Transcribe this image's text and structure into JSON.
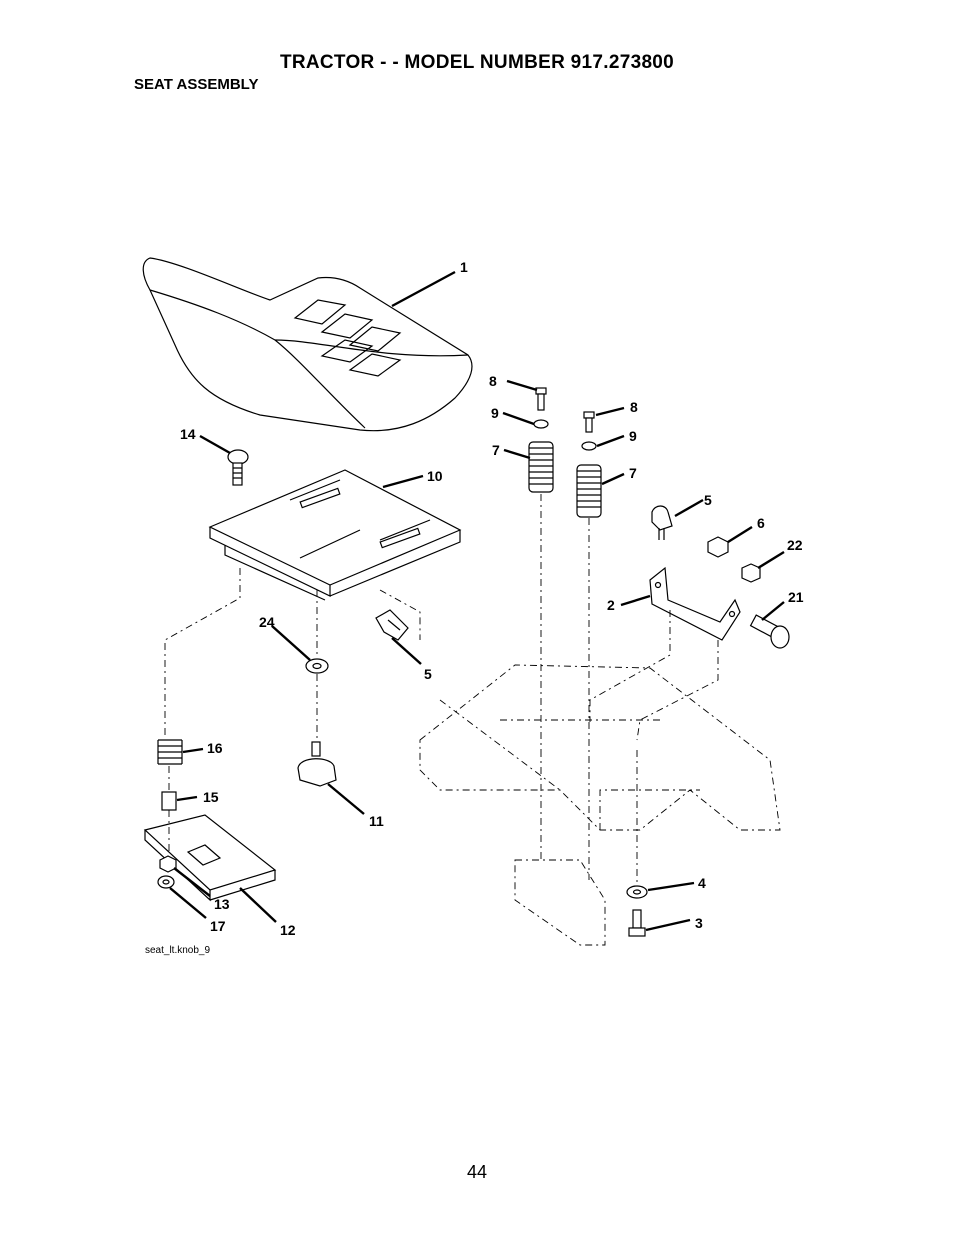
{
  "header": {
    "title": "TRACTOR - - MODEL NUMBER 917.273800",
    "subtitle": "SEAT ASSEMBLY"
  },
  "diagram": {
    "callouts": {
      "c1": "1",
      "c2": "2",
      "c3": "3",
      "c4": "4",
      "c5a": "5",
      "c5b": "5",
      "c6": "6",
      "c7a": "7",
      "c7b": "7",
      "c8a": "8",
      "c8b": "8",
      "c9a": "9",
      "c9b": "9",
      "c10": "10",
      "c11": "11",
      "c12": "12",
      "c13": "13",
      "c14": "14",
      "c15": "15",
      "c16": "16",
      "c17": "17",
      "c21": "21",
      "c22": "22",
      "c24": "24"
    },
    "filename": "seat_lt.knob_9"
  },
  "footer": {
    "page_number": "44"
  }
}
